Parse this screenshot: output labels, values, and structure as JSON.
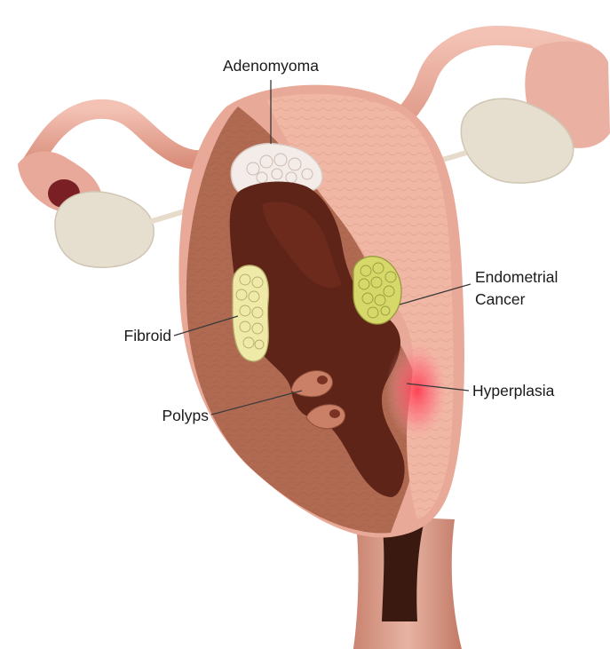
{
  "diagram": {
    "labels": {
      "adenomyoma": "Adenomyoma",
      "endometrial_line1": "Endometrial",
      "endometrial_line2": "Cancer",
      "fibroid": "Fibroid",
      "hyperplasia": "Hyperplasia",
      "polyps": "Polyps"
    }
  },
  "colors": {
    "muscle_wall": "#b06a52",
    "muscle_dark": "#8f4e3a",
    "cavity": "#5e2418",
    "endometrium": "#f0b8a4",
    "outer_skin": "#e9a998",
    "fibroid": "#efeaa8",
    "cancer": "#d6d86a",
    "hyperplasia": "#ff5566",
    "ovary": "#e6dfcf",
    "cervix_canal": "#3a1a10"
  }
}
